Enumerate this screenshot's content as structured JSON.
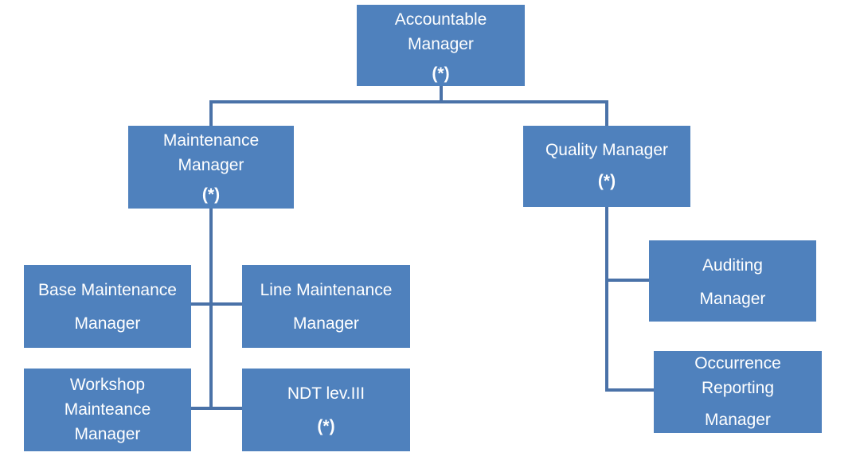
{
  "colors": {
    "box_fill": "#4f81bd",
    "connector": "#4a72a8",
    "text": "#ffffff"
  },
  "nodes": {
    "accountable": {
      "lines": [
        "Accountable",
        "Manager",
        "(*)"
      ]
    },
    "maintenance": {
      "lines": [
        "Maintenance",
        "Manager",
        "(*)"
      ]
    },
    "quality": {
      "lines": [
        "Quality Manager",
        "(*)"
      ]
    },
    "base": {
      "lines": [
        "Base Maintenance",
        "Manager"
      ]
    },
    "line": {
      "lines": [
        "Line Maintenance",
        "Manager"
      ]
    },
    "workshop": {
      "lines": [
        "Workshop",
        "Mainteance",
        "Manager"
      ]
    },
    "ndt": {
      "lines": [
        "NDT lev.III",
        "(*)"
      ]
    },
    "auditing": {
      "lines": [
        "Auditing",
        "Manager"
      ]
    },
    "occurrence": {
      "lines": [
        "Occurrence",
        "Reporting",
        "Manager"
      ]
    }
  }
}
